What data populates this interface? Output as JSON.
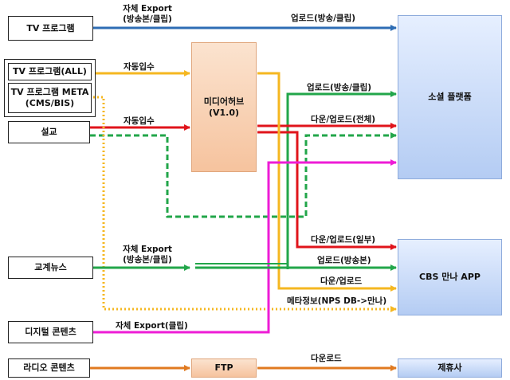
{
  "sources": {
    "tv_program": "TV 프로그램",
    "tv_program_all": "TV 프로그램(ALL)",
    "tv_program_meta": "TV 프로그램 META\n(CMS/BIS)",
    "sermon": "설교",
    "church_news": "교계뉴스",
    "digital_content": "디지털 콘텐츠",
    "radio_content": "라디오 콘텐츠"
  },
  "hubs": {
    "media_hub": "미디어허브\n(V1.0)",
    "ftp": "FTP"
  },
  "targets": {
    "social_platform": "소셜 플랫폼",
    "cbs_app": "CBS 만나 APP",
    "partner": "제휴사"
  },
  "edge_labels": {
    "tv_export": "자체 Export\n(방송본/클립)",
    "tv_upload": "업로드(방송/클립)",
    "auto_ingest_1": "자동입수",
    "auto_ingest_2": "자동입수",
    "hub_upload_clip": "업로드(방송/클립)",
    "down_up_full": "다운/업로드(전체)",
    "down_up_partial": "다운/업로드(일부)",
    "upload_broadcast": "업로드(방송본)",
    "down_upload": "다운/업로드",
    "meta_info": "메타정보(NPS DB->만나)",
    "news_export": "자체 Export\n(방송본/클립)",
    "digital_export": "자체 Export(클립)",
    "download": "다운로드"
  },
  "colors": {
    "blue": "#2e6db4",
    "orange": "#f5b720",
    "red": "#e0141b",
    "green": "#22a64a",
    "magenta": "#ee1cd6",
    "brown": "#e07a20"
  }
}
